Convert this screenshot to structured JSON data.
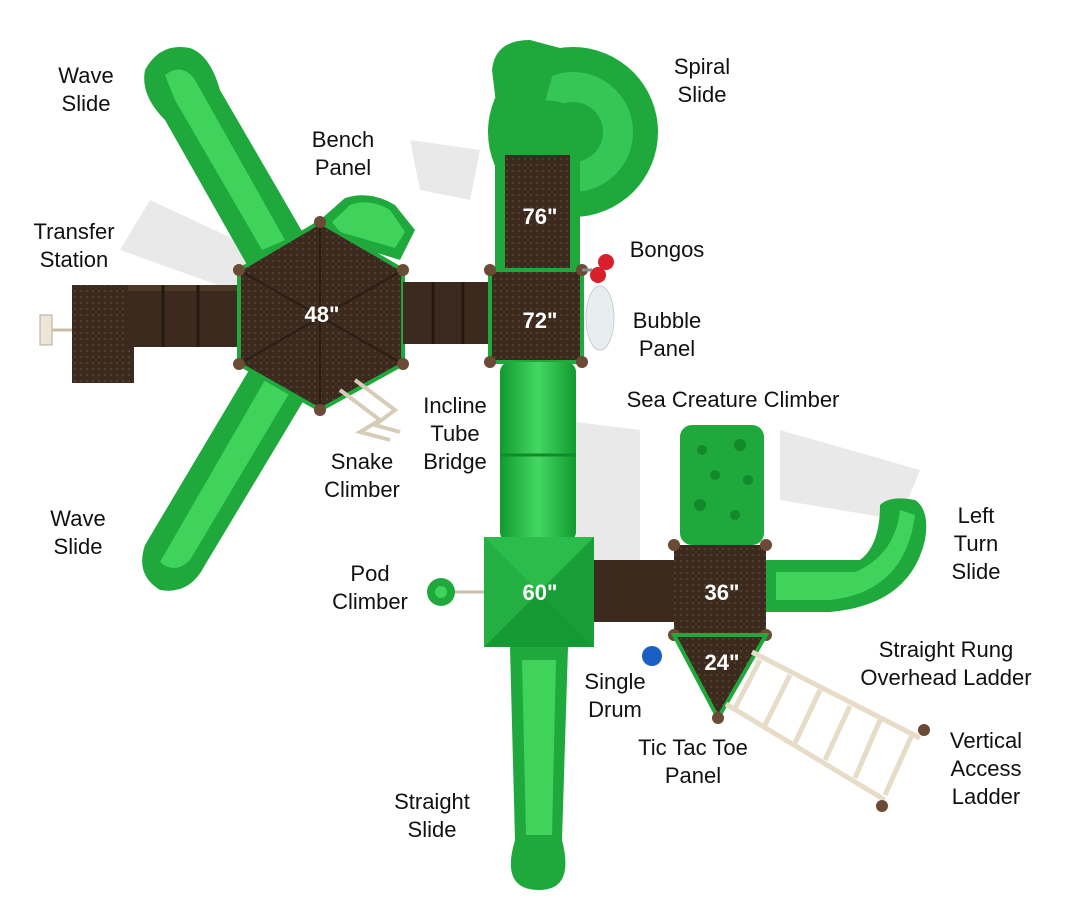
{
  "labels": {
    "wave_slide_top": [
      "Wave",
      "Slide"
    ],
    "bench_panel": [
      "Bench",
      "Panel"
    ],
    "transfer_station": [
      "Transfer",
      "Station"
    ],
    "spiral_slide": [
      "Spiral",
      "Slide"
    ],
    "bongos": [
      "Bongos"
    ],
    "bubble_panel": [
      "Bubble",
      "Panel"
    ],
    "sea_creature_climber": [
      "Sea Creature Climber"
    ],
    "incline_tube_bridge": [
      "Incline",
      "Tube",
      "Bridge"
    ],
    "snake_climber": [
      "Snake",
      "Climber"
    ],
    "wave_slide_bottom": [
      "Wave",
      "Slide"
    ],
    "left_turn_slide": [
      "Left",
      "Turn",
      "Slide"
    ],
    "pod_climber": [
      "Pod",
      "Climber"
    ],
    "straight_rung_overhead_ladder": [
      "Straight Rung",
      "Overhead Ladder"
    ],
    "single_drum": [
      "Single",
      "Drum"
    ],
    "tic_tac_toe_panel": [
      "Tic Tac Toe",
      "Panel"
    ],
    "vertical_access_ladder": [
      "Vertical",
      "Access",
      "Ladder"
    ],
    "straight_slide": [
      "Straight",
      "Slide"
    ]
  },
  "heights": {
    "deck_48": "48\"",
    "deck_72": "72\"",
    "deck_76": "76\"",
    "deck_60": "60\"",
    "deck_36": "36\"",
    "deck_24": "24\""
  },
  "colors": {
    "slide_green": "#1fa83c",
    "slide_green_dark": "#128a2c",
    "slide_green_light": "#3fd35c",
    "deck_brown": "#3b2a1d",
    "deck_brown_light": "#4d3826",
    "post_brown": "#6b4a36",
    "rail_tan": "#e6dcc8",
    "bongo_red": "#d8202a",
    "drum_blue": "#1a5fc4"
  }
}
